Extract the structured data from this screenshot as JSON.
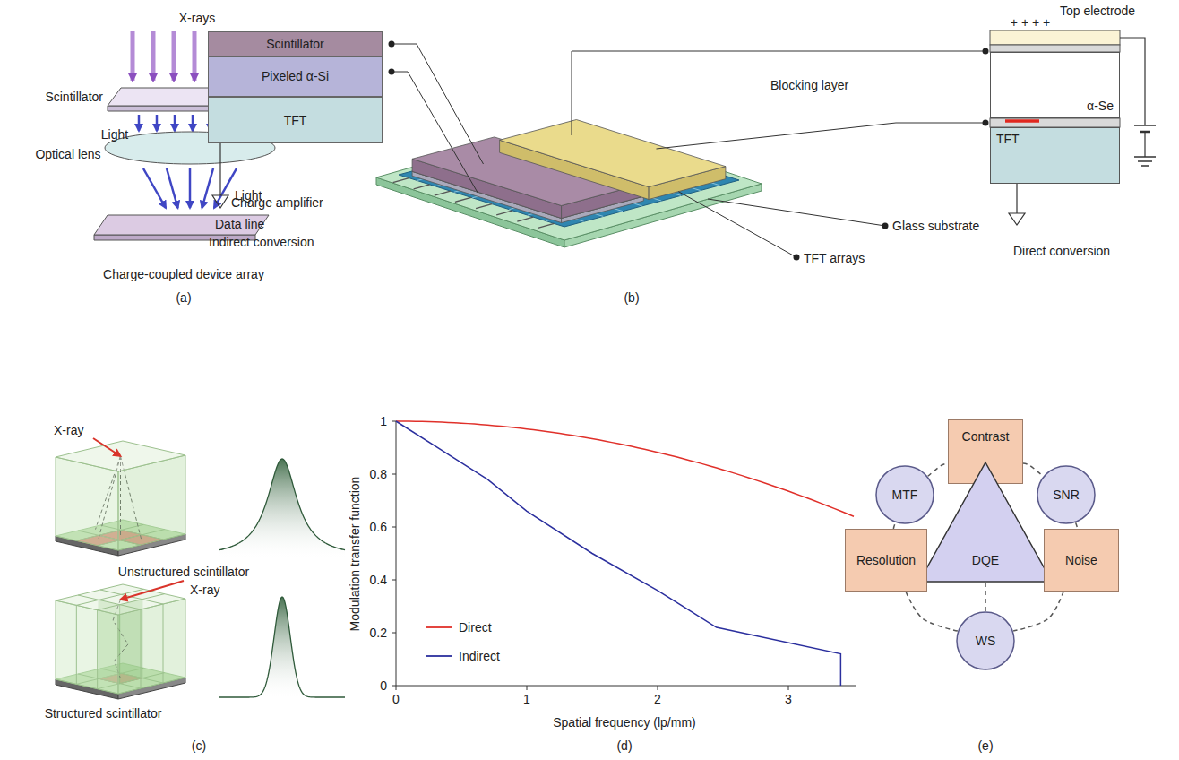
{
  "diagram": {
    "nodes": [
      {
        "text": [
          "Scintillator"
        ]
      },
      {
        "text": [
          "Pixeled α-Si"
        ]
      },
      {
        "text": [
          "TFT"
        ]
      },
      {
        "text": [
          "α-Se"
        ]
      },
      {
        "text": [
          "TFT"
        ]
      },
      {
        "text": [
          "Contrast"
        ]
      },
      {
        "text": [
          "MTF"
        ]
      },
      {
        "text": [
          "SNR"
        ]
      },
      {
        "text": [
          "DQE"
        ]
      },
      {
        "text": [
          "Resolution"
        ]
      },
      {
        "text": [
          "Noise"
        ]
      },
      {
        "text": [
          "WS"
        ]
      }
    ],
    "edges": [
      {
        "from": 6,
        "to": 5,
        "arrow": "none"
      },
      {
        "from": 5,
        "to": 7,
        "arrow": "none"
      },
      {
        "from": 7,
        "to": 10,
        "arrow": "none"
      },
      {
        "from": 10,
        "to": 11,
        "arrow": "none"
      },
      {
        "from": 11,
        "to": 9,
        "arrow": "none"
      },
      {
        "from": 9,
        "to": 6,
        "arrow": "none"
      },
      {
        "from": 8,
        "to": 11,
        "arrow": "none"
      }
    ],
    "labels": [
      "X-rays",
      "Scintillator",
      "Light",
      "Optical lens",
      "Light",
      "Charge-coupled device array",
      "(a)",
      "Charge amplifier",
      "Data line",
      "Indirect conversion",
      "Blocking layer",
      "Glass substrate",
      "TFT arrays",
      "Top electrode",
      "+ + + +",
      "Direct conversion",
      "(b)",
      "X-ray",
      "Unstructured scintillator",
      "X-ray",
      "Structured scintillator",
      "(c)",
      "Modulation transfer function",
      "Spatial frequency (lp/mm)",
      "0",
      "0.2",
      "0.4",
      "0.6",
      "0.8",
      "1",
      "0",
      "1",
      "2",
      "3",
      "(d)",
      "(e)"
    ],
    "legend": [
      {
        "text": "Direct"
      },
      {
        "text": "Indirect"
      }
    ]
  }
}
